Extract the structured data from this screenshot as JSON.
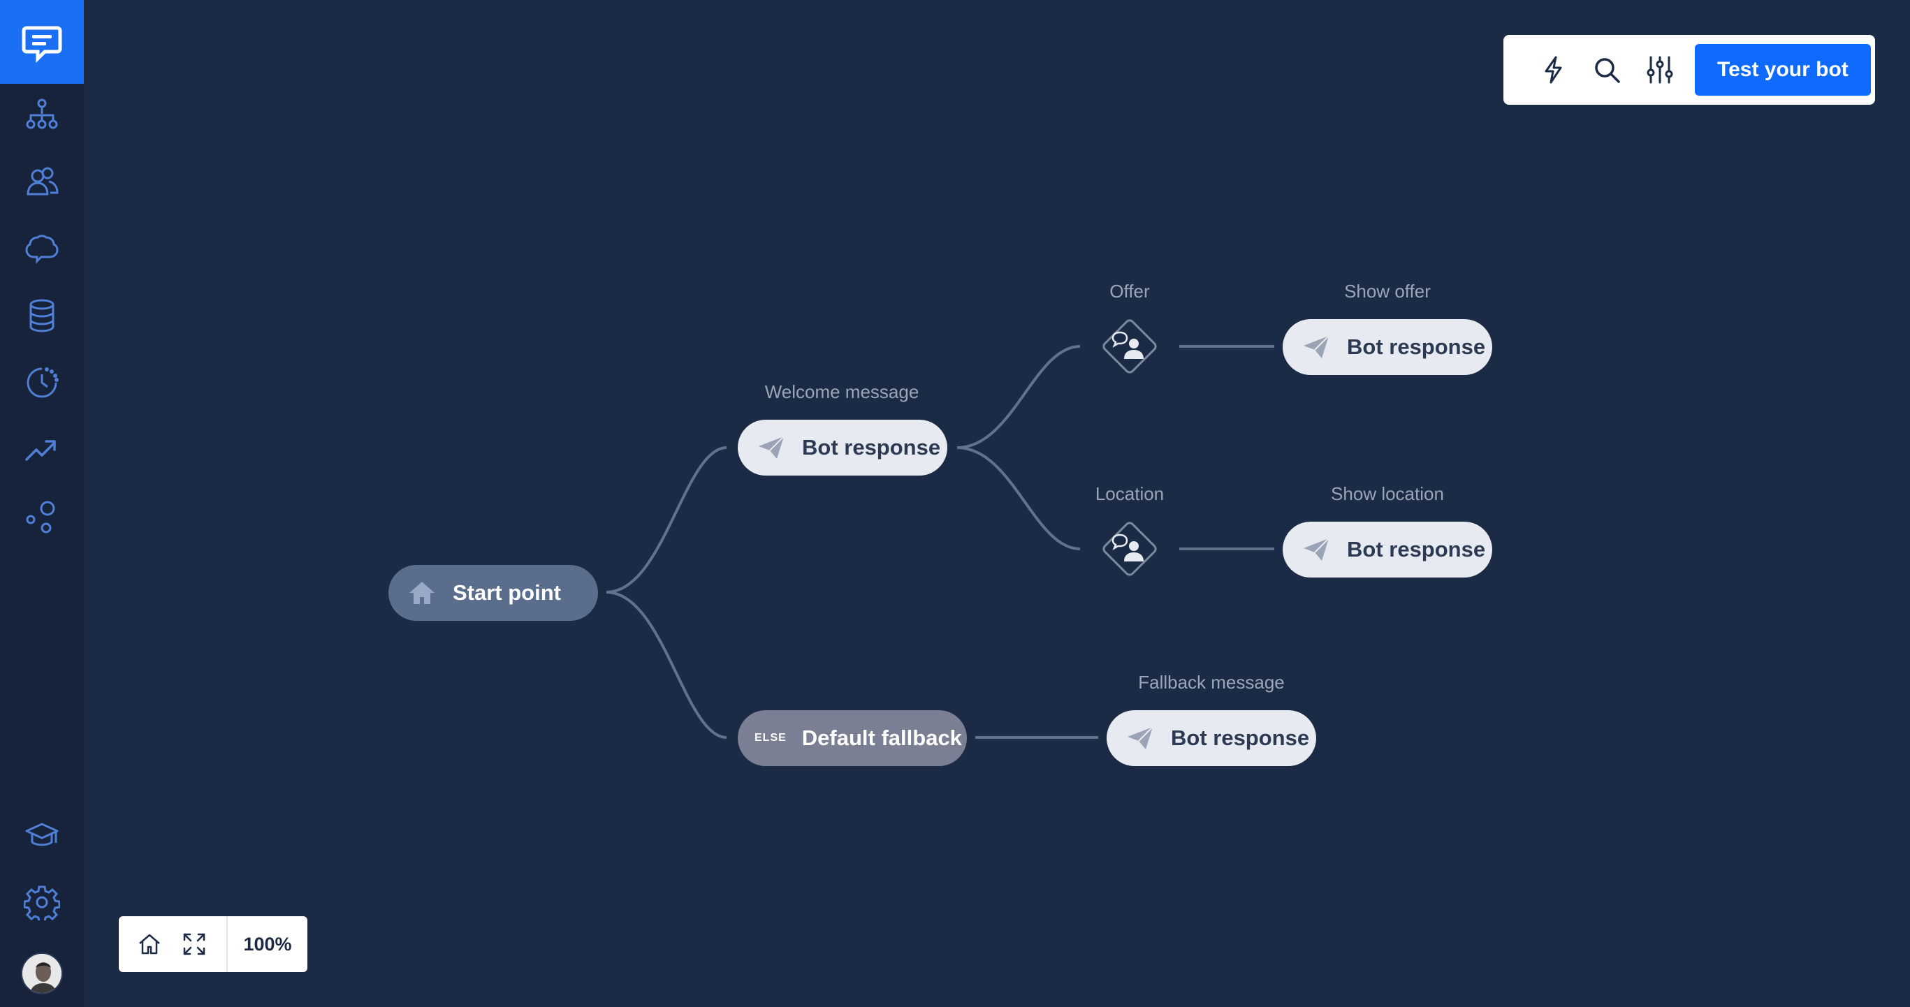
{
  "sidebar": {
    "items": [
      {
        "icon": "structure-icon"
      },
      {
        "icon": "users-icon"
      },
      {
        "icon": "brain-icon"
      },
      {
        "icon": "database-icon"
      },
      {
        "icon": "history-icon"
      },
      {
        "icon": "trending-icon"
      },
      {
        "icon": "integrations-icon"
      },
      {
        "icon": "academy-icon"
      },
      {
        "icon": "settings-icon"
      }
    ],
    "accent": "#1a6ff2",
    "icon_color": "#4f7fd6"
  },
  "toolbar": {
    "test_label": "Test your bot"
  },
  "flow": {
    "start": {
      "label": "Start point"
    },
    "welcome": {
      "caption": "Welcome message",
      "label": "Bot response"
    },
    "offer": {
      "caption": "Offer"
    },
    "show_offer": {
      "caption": "Show offer",
      "label": "Bot response"
    },
    "location": {
      "caption": "Location"
    },
    "show_location": {
      "caption": "Show location",
      "label": "Bot response"
    },
    "fallback": {
      "tag": "ELSE",
      "label": "Default fallback"
    },
    "fallback_message": {
      "caption": "Fallback message",
      "label": "Bot response"
    }
  },
  "zoom": {
    "level": "100%"
  }
}
